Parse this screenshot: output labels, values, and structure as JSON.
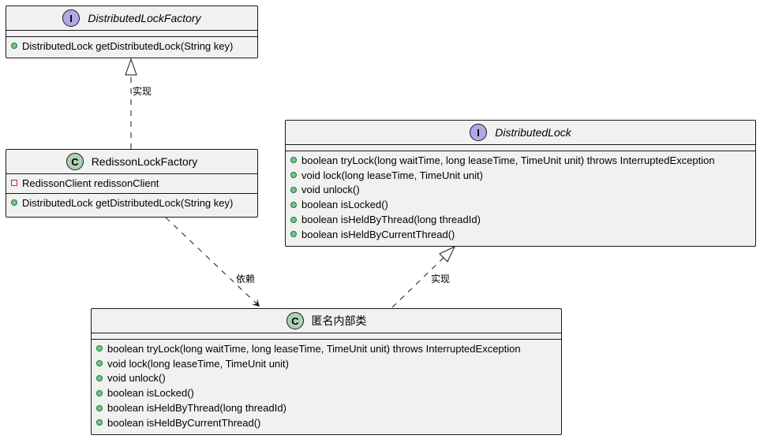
{
  "classes": {
    "factory_iface": {
      "stereotype_letter": "I",
      "name": "DistributedLockFactory",
      "fields": [],
      "methods": [
        "DistributedLock getDistributedLock(String key)"
      ]
    },
    "redisson_factory": {
      "stereotype_letter": "C",
      "name": "RedissonLockFactory",
      "fields": [
        "RedissonClient redissonClient"
      ],
      "methods": [
        "DistributedLock getDistributedLock(String key)"
      ]
    },
    "lock_iface": {
      "stereotype_letter": "I",
      "name": "DistributedLock",
      "fields": [],
      "methods": [
        "boolean tryLock(long waitTime, long leaseTime, TimeUnit unit) throws InterruptedException",
        "void lock(long leaseTime, TimeUnit unit)",
        "void unlock()",
        "boolean isLocked()",
        "boolean isHeldByThread(long threadId)",
        "boolean isHeldByCurrentThread()"
      ]
    },
    "anon_class": {
      "stereotype_letter": "C",
      "name": "匿名内部类",
      "fields": [],
      "methods": [
        "boolean tryLock(long waitTime, long leaseTime, TimeUnit unit) throws InterruptedException",
        "void lock(long leaseTime, TimeUnit unit)",
        "void unlock()",
        "boolean isLocked()",
        "boolean isHeldByThread(long threadId)",
        "boolean isHeldByCurrentThread()"
      ]
    }
  },
  "relations": {
    "redisson_implements_factory": "实现",
    "redisson_depends_anon": "依赖",
    "anon_implements_lock": "实现"
  },
  "colors": {
    "box_fill": "#f1f1f1",
    "border": "#181818",
    "interface_badge": "#b4a7e5",
    "class_badge": "#add1b2",
    "public_fill": "#84be84",
    "public_stroke": "#038048",
    "private_stroke": "#c82930"
  }
}
